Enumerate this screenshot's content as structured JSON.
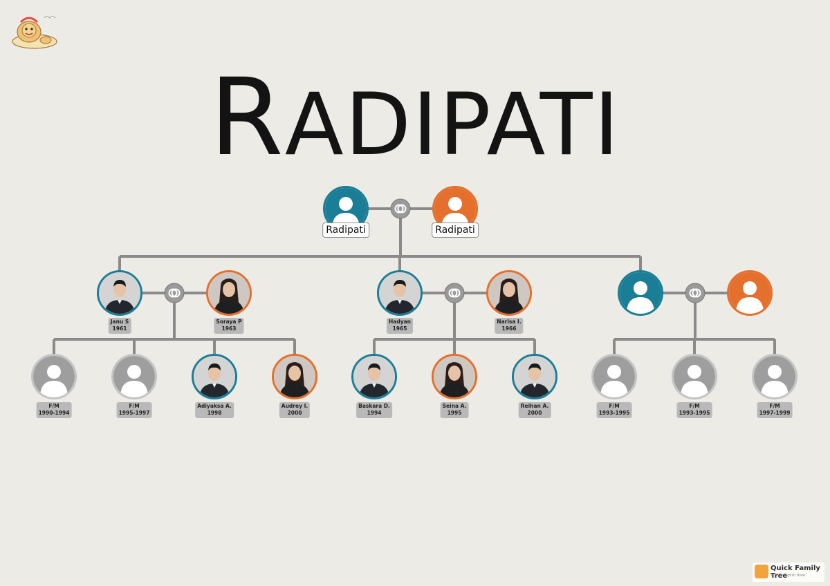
{
  "title": "RADIPATI",
  "colors": {
    "male": "#1a7e96",
    "female": "#e56f2c",
    "unknown": "#c4c4c4",
    "line": "#8a8a8a",
    "background": "#ecebe6"
  },
  "root": {
    "husband": {
      "name": "Radipati",
      "gender": "male",
      "photo": false
    },
    "wife": {
      "name": "Radipati",
      "gender": "female",
      "photo": false
    }
  },
  "children_couples": [
    {
      "husband": {
        "name": "Janu S",
        "year": "1961",
        "gender": "male",
        "photo": true
      },
      "wife": {
        "name": "Soraya P",
        "year": "1963",
        "gender": "female",
        "photo": true
      },
      "children": [
        {
          "name": "F/M",
          "year": "1990-1994",
          "gender": "unknown",
          "photo": false
        },
        {
          "name": "F/M",
          "year": "1995-1997",
          "gender": "unknown",
          "photo": false
        },
        {
          "name": "Adiyaksa A.",
          "year": "1998",
          "gender": "male",
          "photo": true
        },
        {
          "name": "Audrey I.",
          "year": "2000",
          "gender": "female",
          "photo": true
        }
      ]
    },
    {
      "husband": {
        "name": "Hadyan",
        "year": "1965",
        "gender": "male",
        "photo": true
      },
      "wife": {
        "name": "Narisa I.",
        "year": "1966",
        "gender": "female",
        "photo": true
      },
      "children": [
        {
          "name": "Baskara D.",
          "year": "1994",
          "gender": "male",
          "photo": true
        },
        {
          "name": "Seina A.",
          "year": "1995",
          "gender": "female",
          "photo": true
        },
        {
          "name": "Reihan A.",
          "year": "2000",
          "gender": "male",
          "photo": true
        }
      ]
    },
    {
      "husband": {
        "name": "",
        "year": "",
        "gender": "male",
        "photo": false
      },
      "wife": {
        "name": "",
        "year": "",
        "gender": "female",
        "photo": false
      },
      "children": [
        {
          "name": "F/M",
          "year": "1993-1995",
          "gender": "unknown",
          "photo": false
        },
        {
          "name": "F/M",
          "year": "1993-1995",
          "gender": "unknown",
          "photo": false
        },
        {
          "name": "F/M",
          "year": "1997-1999",
          "gender": "unknown",
          "photo": false
        }
      ]
    }
  ],
  "logo_icon": "lion-mascot-icon",
  "brand": {
    "name": "Quick Family Tree",
    "copyright": "©2018 Bigfish Brew"
  }
}
